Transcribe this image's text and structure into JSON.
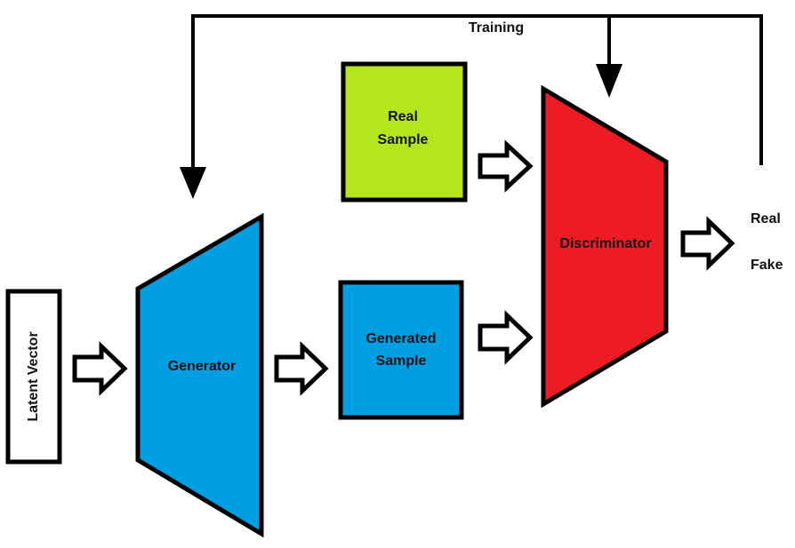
{
  "diagram": {
    "labels": {
      "latent_vector": "Latent Vector",
      "generator": "Generator",
      "generated_sample_line1": "Generated",
      "generated_sample_line2": "Sample",
      "real_sample_line1": "Real",
      "real_sample_line2": "Sample",
      "discriminator": "Discriminator",
      "training": "Training",
      "output_real": "Real",
      "output_fake": "Fake"
    },
    "colors": {
      "generator_fill": "#009fe3",
      "generated_sample_fill": "#009fe3",
      "real_sample_fill": "#b5e61d",
      "discriminator_fill": "#ed1c24",
      "latent_vector_fill": "#ffffff",
      "stroke": "#000000"
    }
  }
}
